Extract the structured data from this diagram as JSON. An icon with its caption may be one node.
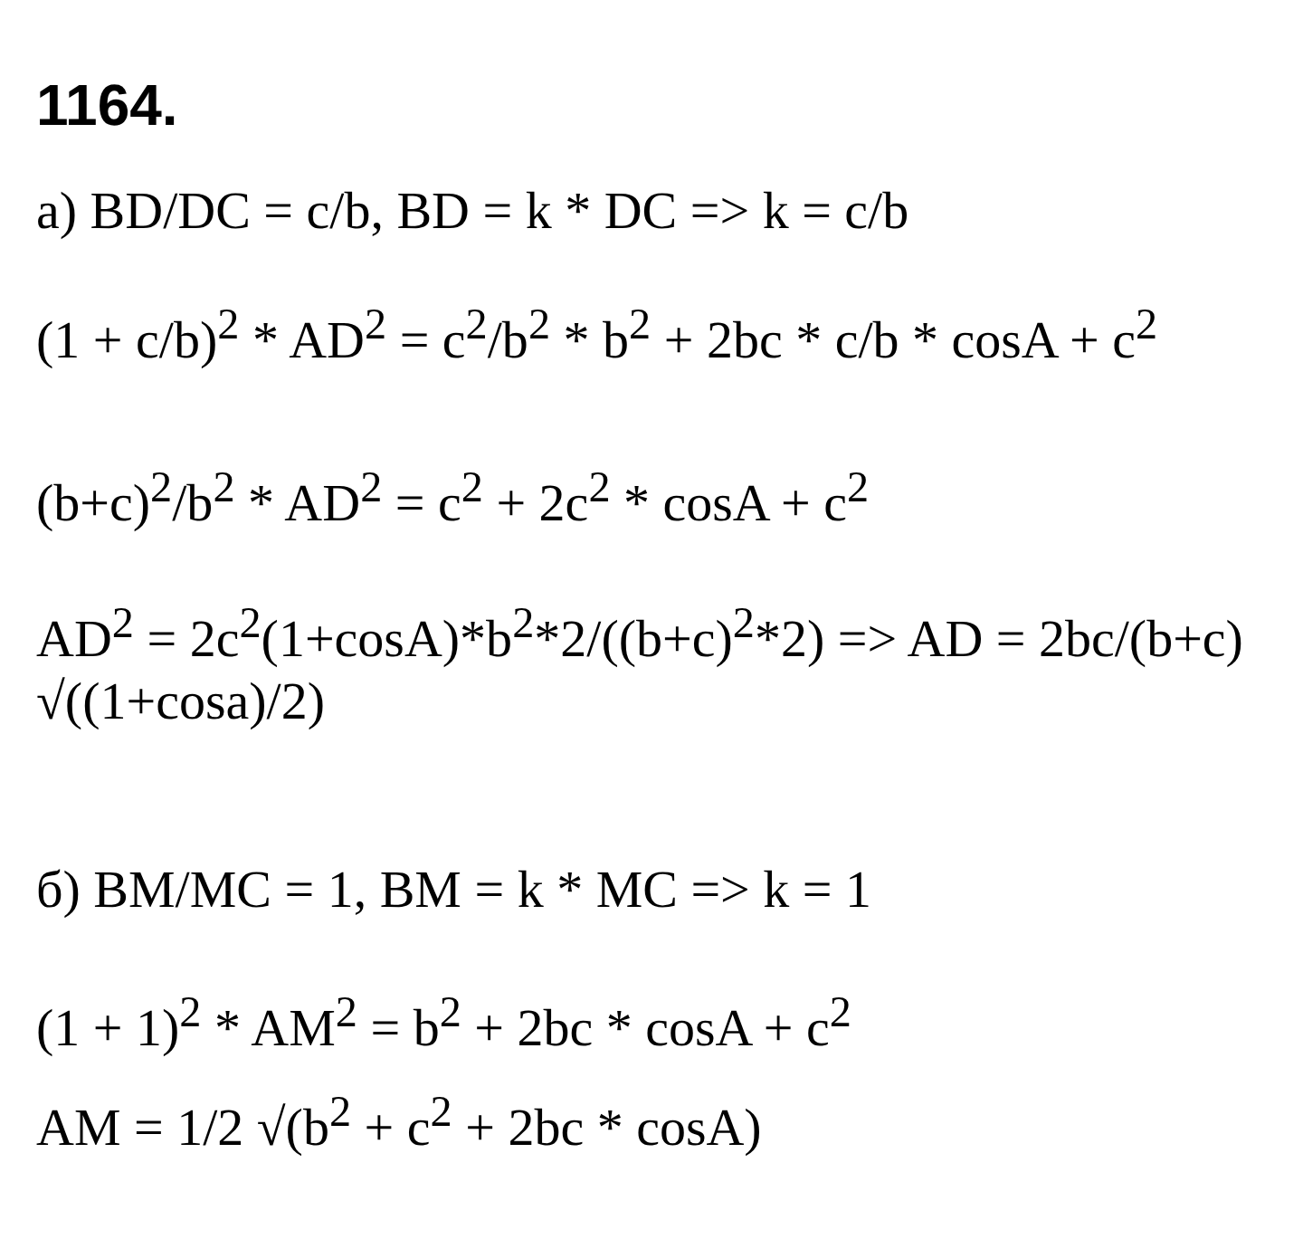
{
  "diagram": {
    "title": "1164.",
    "labels": [
      "а) BD/DC = c/b, BD = k * DC => k = c/b",
      "(1 + c/b)$^{2}$ * AD$^{2}$ = c$^{2}$/b$^{2}$ * b$^{2}$ + 2bc * c/b * cosA + c$^{2}$",
      "(b+c)$^{2}$/b$^{2}$ * AD$^{2}$ = c$^{2}$ + 2c$^{2}$ * cosA + c$^{2}$",
      "AD$^{2}$ = 2c$^{2}$(1+cosA)*b$^{2}$*2/((b+c)$^{2}$*2) => AD = 2bc/(b+c) √((1+cosa)/2)",
      "б) BM/MC = 1, BM = k * MC => k = 1",
      "(1 + 1)$^{2}$ * AM$^{2}$ = b$^{2}$ + 2bc * cosA + c$^{2}$",
      "AM = 1/2 √(b$^{2}$ + c$^{2}$ + 2bc * cosA)"
    ]
  }
}
